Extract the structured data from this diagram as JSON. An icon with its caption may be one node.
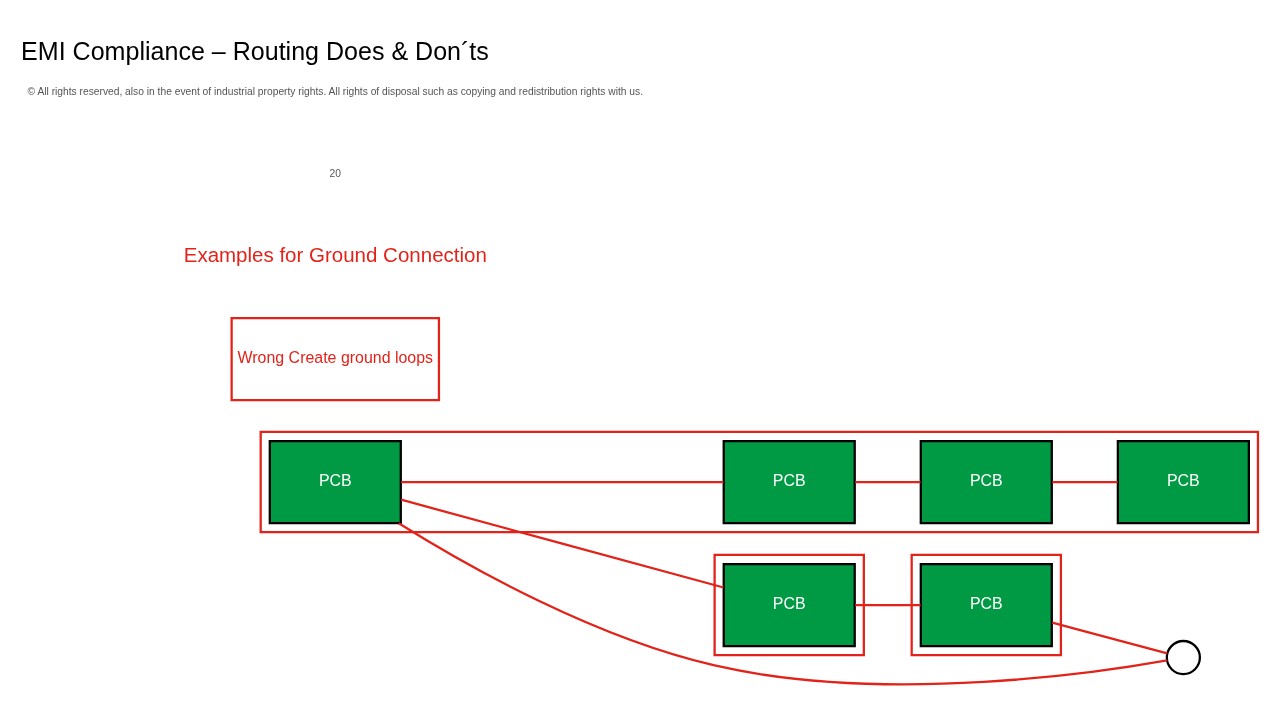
{
  "diagram": {
    "title": "EMI Compliance – Routing Does & Don´ts",
    "nodes": [
      {
        "text": [],
        "shape": "box"
      },
      {
        "text": [
          "PCB"
        ],
        "in": 0
      },
      {
        "text": [
          "PCB"
        ],
        "in": 0
      },
      {
        "text": [
          "PCB"
        ],
        "in": 0
      },
      {
        "text": [
          "PCB"
        ],
        "in": 0
      },
      {
        "text": [],
        "shape": "box"
      },
      {
        "text": [
          "PCB"
        ],
        "in": 5
      },
      {
        "text": [],
        "shape": "box"
      },
      {
        "text": [
          "PCB"
        ],
        "in": 7
      },
      {
        "text": [],
        "shape": "circle"
      },
      {
        "text": [
          "Wrong Create ground loops"
        ]
      }
    ],
    "edges": [
      {
        "from": 1,
        "to": 2,
        "arrow": "none"
      },
      {
        "from": 2,
        "to": 3,
        "arrow": "none"
      },
      {
        "from": 3,
        "to": 4,
        "arrow": "none"
      },
      {
        "from": 1,
        "to": 6,
        "arrow": "none"
      },
      {
        "from": 1,
        "to": 9,
        "arrow": "none"
      },
      {
        "from": 6,
        "to": 8,
        "arrow": "none"
      },
      {
        "from": 8,
        "to": 9,
        "arrow": "none"
      }
    ],
    "labels": [
      "Examples for Ground Connection",
      "20",
      "© All rights reserved, also in the event of industrial property rights. All rights of disposal such as copying and redistribution rights with us."
    ]
  }
}
